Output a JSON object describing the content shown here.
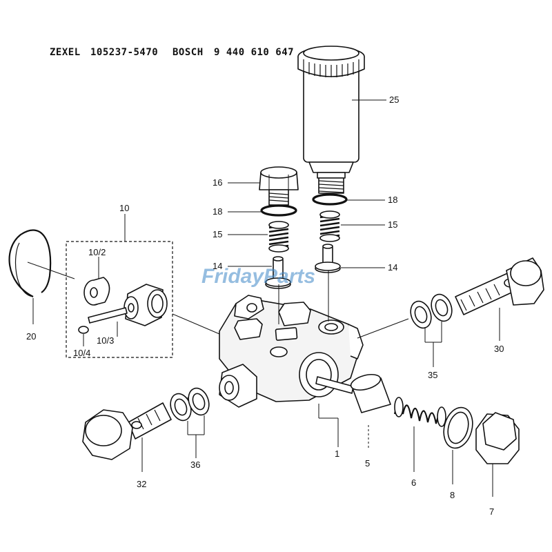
{
  "header": {
    "brand1": "ZEXEL",
    "num1": "105237-5470",
    "brand2": "BOSCH",
    "num2": "9 440 610 647"
  },
  "watermark": "FridayParts",
  "labels": {
    "l25": "25",
    "l16": "16",
    "l18a": "18",
    "l18b": "18",
    "l15a": "15",
    "l15b": "15",
    "l14a": "14",
    "l14b": "14",
    "l10": "10",
    "l10_2": "10/2",
    "l10_3": "10/3",
    "l10_4": "10/4",
    "l20": "20",
    "l30": "30",
    "l35": "35",
    "l1": "1",
    "l5": "5",
    "l6": "6",
    "l8": "8",
    "l7": "7",
    "l32": "32",
    "l36": "36"
  }
}
